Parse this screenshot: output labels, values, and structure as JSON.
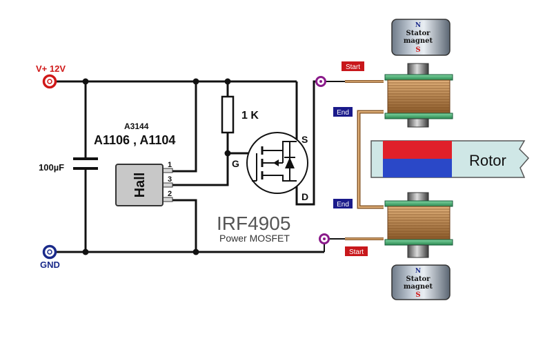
{
  "supply": {
    "vplus_label": "V+ 12V",
    "gnd_label": "GND"
  },
  "capacitor": {
    "label": "100µF"
  },
  "hall_sensor": {
    "part_label": "A3144",
    "alt_parts_label": "A1106 , A1104",
    "chip_label": "Hall",
    "pins": [
      "1",
      "3",
      "2"
    ]
  },
  "resistor": {
    "label": "1 K"
  },
  "mosfet": {
    "part_label": "IRF4905",
    "type_label": "Power MOSFET",
    "gate_label": "G",
    "source_label": "S",
    "drain_label": "D"
  },
  "coil": {
    "top_start_label": "Start",
    "top_end_label": "End",
    "bottom_end_label": "End",
    "bottom_start_label": "Start"
  },
  "stator_top": {
    "pole_n": "N",
    "line1": "Stator",
    "line2": "magnet",
    "pole_s": "S"
  },
  "stator_bottom": {
    "pole_n": "N",
    "line1": "Stator",
    "line2": "magnet",
    "pole_s": "S"
  },
  "rotor": {
    "label": "Rotor"
  },
  "colors": {
    "wire": "#111111",
    "terminal_red": "#d01818",
    "terminal_blue": "#1a2a8a",
    "terminal_purple": "#8a1a8a",
    "tag_red": "#c8171b",
    "tag_blue": "#1a1a8a",
    "copper": "#b8824a",
    "bobbin_green": "#3aa56a",
    "magnet_north": "#e0202a",
    "magnet_south": "#2a48c8",
    "rotor_body": "#cfe7e6"
  }
}
